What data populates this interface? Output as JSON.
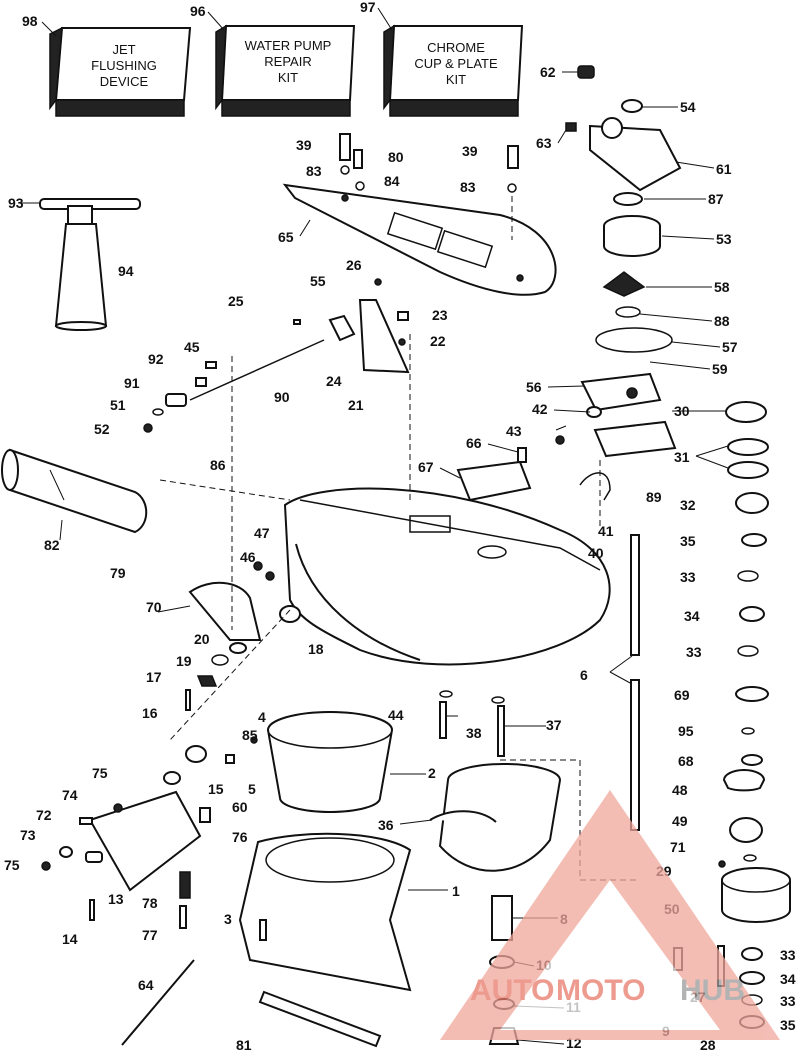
{
  "kits": [
    {
      "number": "98",
      "lines": [
        "JET",
        "FLUSHING",
        "DEVICE"
      ]
    },
    {
      "number": "96",
      "lines": [
        "WATER PUMP",
        "REPAIR",
        "KIT"
      ]
    },
    {
      "number": "97",
      "lines": [
        "CHROME",
        "CUP & PLATE",
        "KIT"
      ]
    }
  ],
  "callouts": [
    "98",
    "96",
    "97",
    "62",
    "54",
    "63",
    "61",
    "87",
    "53",
    "58",
    "88",
    "57",
    "59",
    "56",
    "30",
    "31",
    "32",
    "35",
    "33",
    "34",
    "33",
    "69",
    "95",
    "68",
    "48",
    "49",
    "71",
    "29",
    "50",
    "33",
    "34",
    "33",
    "35",
    "28",
    "27",
    "9",
    "12",
    "11",
    "10",
    "8",
    "36",
    "37",
    "38",
    "44",
    "2",
    "1",
    "3",
    "4",
    "5",
    "15",
    "60",
    "76",
    "78",
    "77",
    "75",
    "74",
    "72",
    "73",
    "75",
    "13",
    "14",
    "85",
    "16",
    "17",
    "19",
    "20",
    "18",
    "70",
    "46",
    "47",
    "86",
    "82",
    "79",
    "92",
    "45",
    "91",
    "51",
    "52",
    "90",
    "24",
    "21",
    "22",
    "23",
    "25",
    "55",
    "26",
    "39",
    "80",
    "83",
    "84",
    "39",
    "83",
    "65",
    "93",
    "94",
    "42",
    "43",
    "66",
    "67",
    "89",
    "41",
    "40",
    "6",
    "64",
    "81"
  ],
  "watermark": {
    "prefix": "AUTO",
    "mid": "MOTO",
    "suffix": "HUB",
    "prefix_color": "#e8796a",
    "mid_color": "#e8796a",
    "suffix_color": "#9a9a9a"
  }
}
